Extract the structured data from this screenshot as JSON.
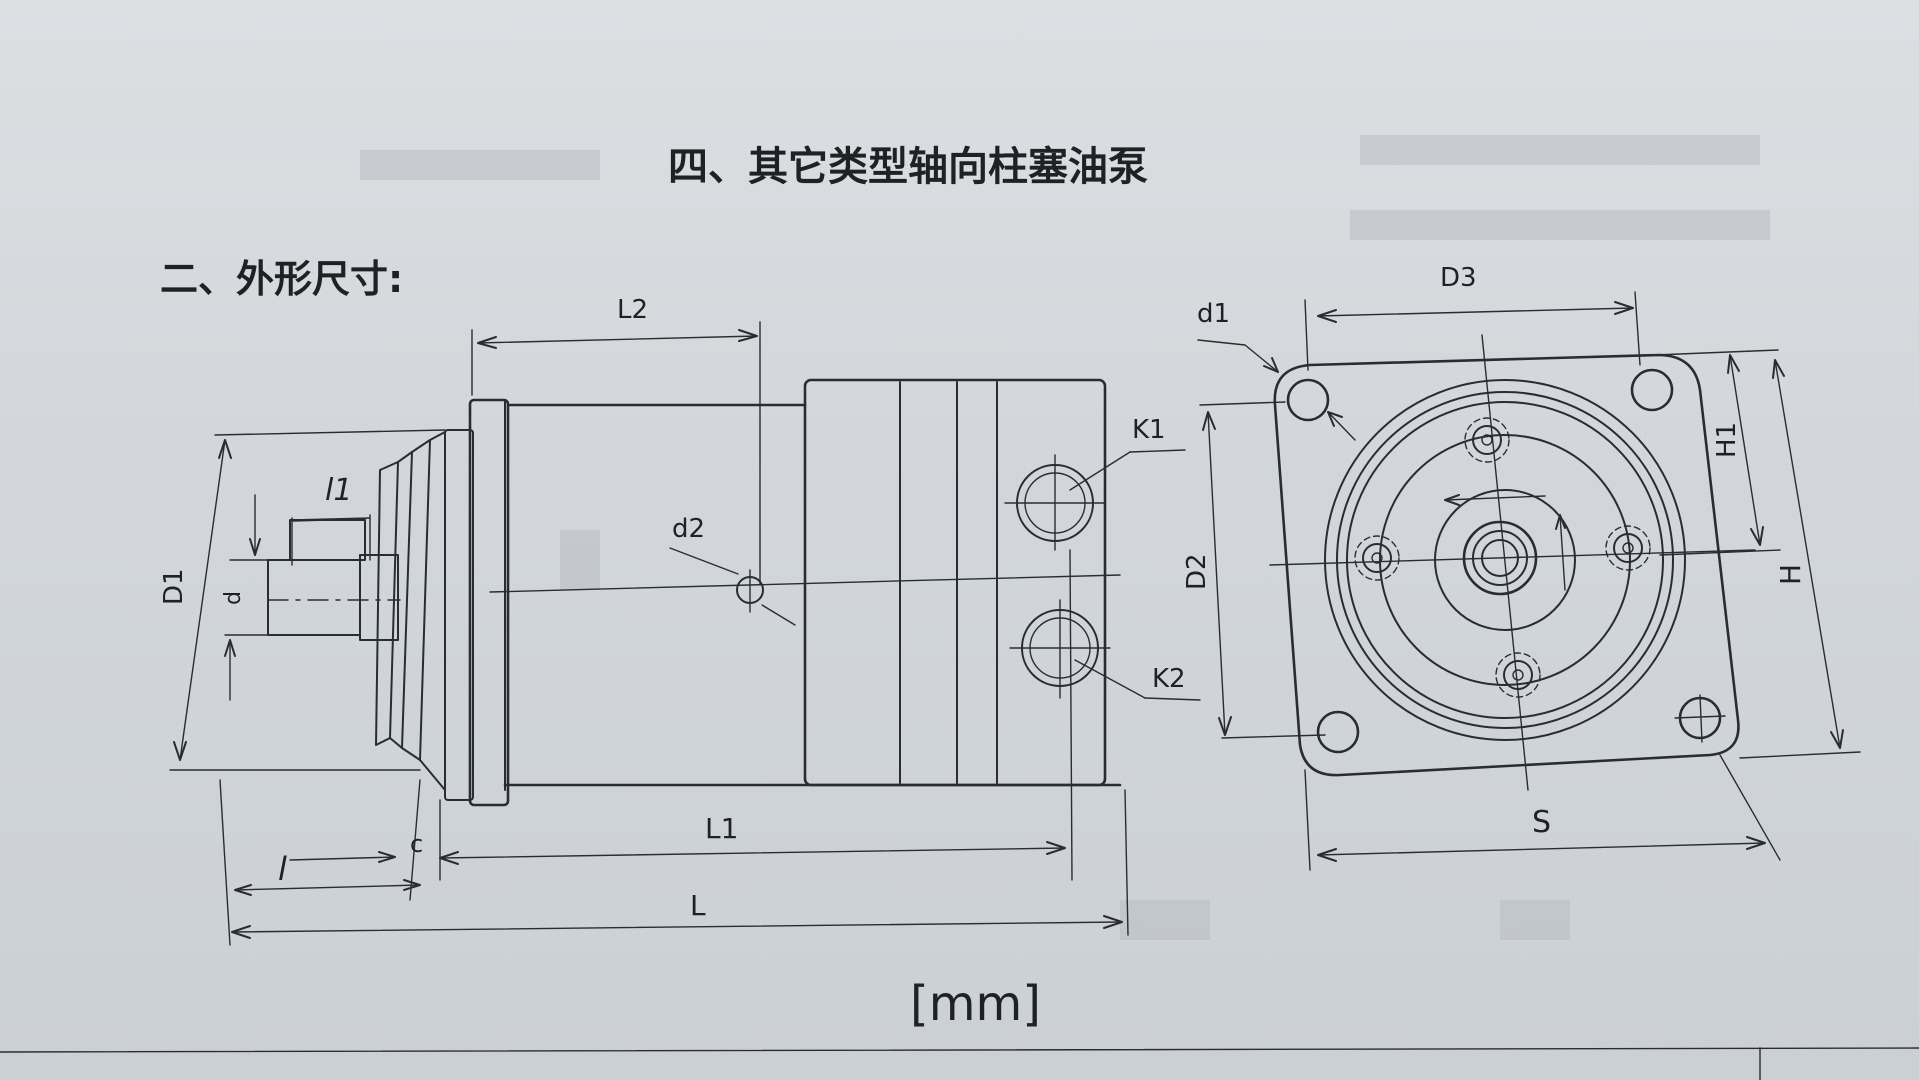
{
  "page": {
    "title": "四、其它类型轴向柱塞油泵",
    "section": "二、外形尺寸:",
    "units": "[mm]"
  },
  "side_view": {
    "labels": {
      "L2": "L2",
      "l1": "l1",
      "D1": "D1",
      "d": "d",
      "d2": "d2",
      "K1": "K1",
      "K2": "K2",
      "c": "c",
      "l": "l",
      "L1": "L1",
      "L": "L"
    }
  },
  "front_view": {
    "labels": {
      "D3": "D3",
      "d1": "d1",
      "D2": "D2",
      "H1": "H1",
      "H": "H",
      "S": "S"
    }
  },
  "colors": {
    "ink": "#2a2c30",
    "paper": "#d6dade"
  }
}
